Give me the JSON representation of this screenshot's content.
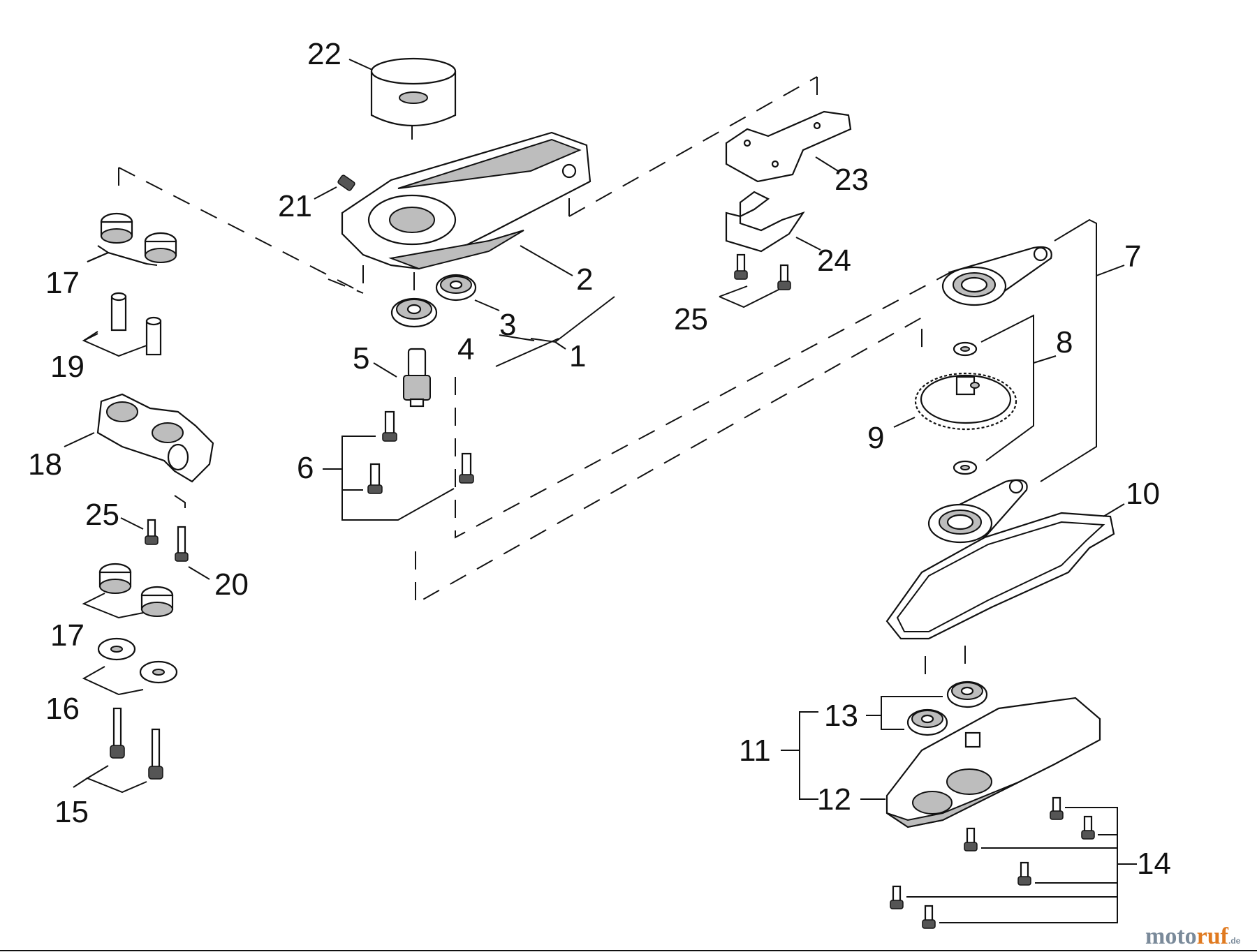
{
  "diagram": {
    "callouts": {
      "c1": "1",
      "c2": "2",
      "c3": "3",
      "c4": "4",
      "c5": "5",
      "c6": "6",
      "c7": "7",
      "c8": "8",
      "c9": "9",
      "c10": "10",
      "c11": "11",
      "c12": "12",
      "c13": "13",
      "c14": "14",
      "c15": "15",
      "c16": "16",
      "c17a": "17",
      "c17b": "17",
      "c18": "18",
      "c19": "19",
      "c20": "20",
      "c21": "21",
      "c22": "22",
      "c23": "23",
      "c24": "24",
      "c25a": "25",
      "c25b": "25"
    },
    "watermark": {
      "part1": "moto",
      "part2": "ruf",
      "suffix": ".de"
    }
  }
}
